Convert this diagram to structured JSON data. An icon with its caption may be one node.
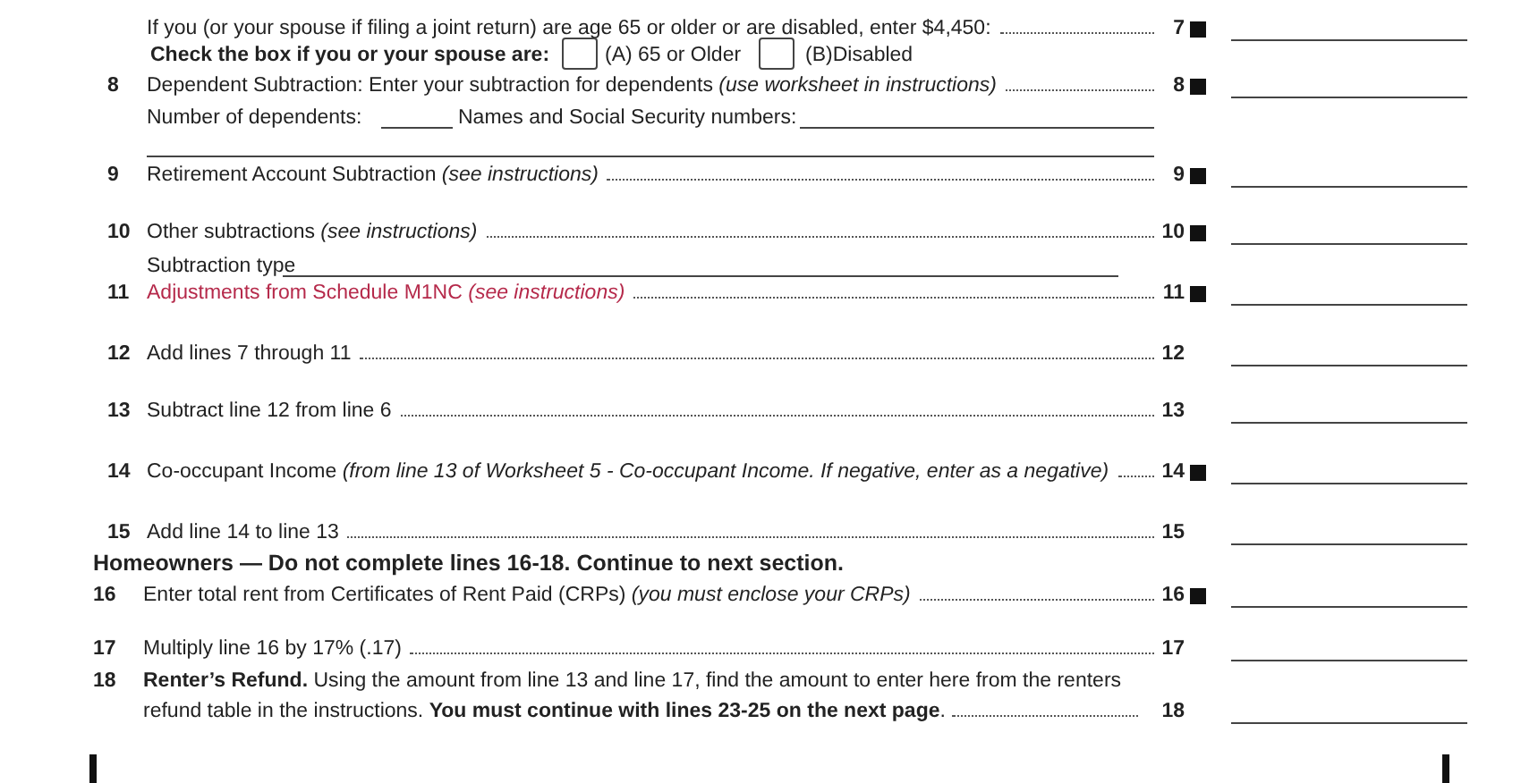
{
  "diagram": {
    "labels": [
      "If you (or your spouse if filing a joint return) are age 65 or older or are disabled, enter $4,450:",
      "7",
      "Check the box if you or your spouse are:",
      "(A) 65 or Older",
      "(B)Disabled",
      "8",
      "Dependent Subtraction:  Enter your subtraction for dependents *(use worksheet in instructions)*",
      "8",
      "Number of dependents:",
      "Names and Social Security numbers:",
      "9",
      "Retirement Account Subtraction *(see instructions)*",
      "9",
      "10",
      "Other subtractions *(see instructions)*",
      "10",
      "Subtraction type",
      "11",
      "Adjustments from Schedule M1NC *(see instructions)*",
      "11",
      "12",
      "Add lines 7 through 11",
      "12",
      "13",
      "Subtract line 12 from line 6",
      "13",
      "14",
      "Co-occupant Income *(from line 13 of Worksheet 5 - Co-occupant Income. If negative, enter as a negative)*",
      "14",
      "15",
      "Add line 14 to line 13",
      "15",
      "Homeowners — Do not complete lines 16-18. Continue to next section.",
      "16",
      "Enter total rent from Certificates of Rent Paid (CRPs) *(you must enclose your CRPs)*",
      "16",
      "17",
      "Multiply line 16 by 17% (.17)",
      "17",
      "18",
      "**Renter’s Refund.** Using the amount from line 13 and line 17, find the amount to enter here from the renters refund table in the instructions. **You must continue with lines 23-25 on the next page**.",
      "18"
    ]
  }
}
